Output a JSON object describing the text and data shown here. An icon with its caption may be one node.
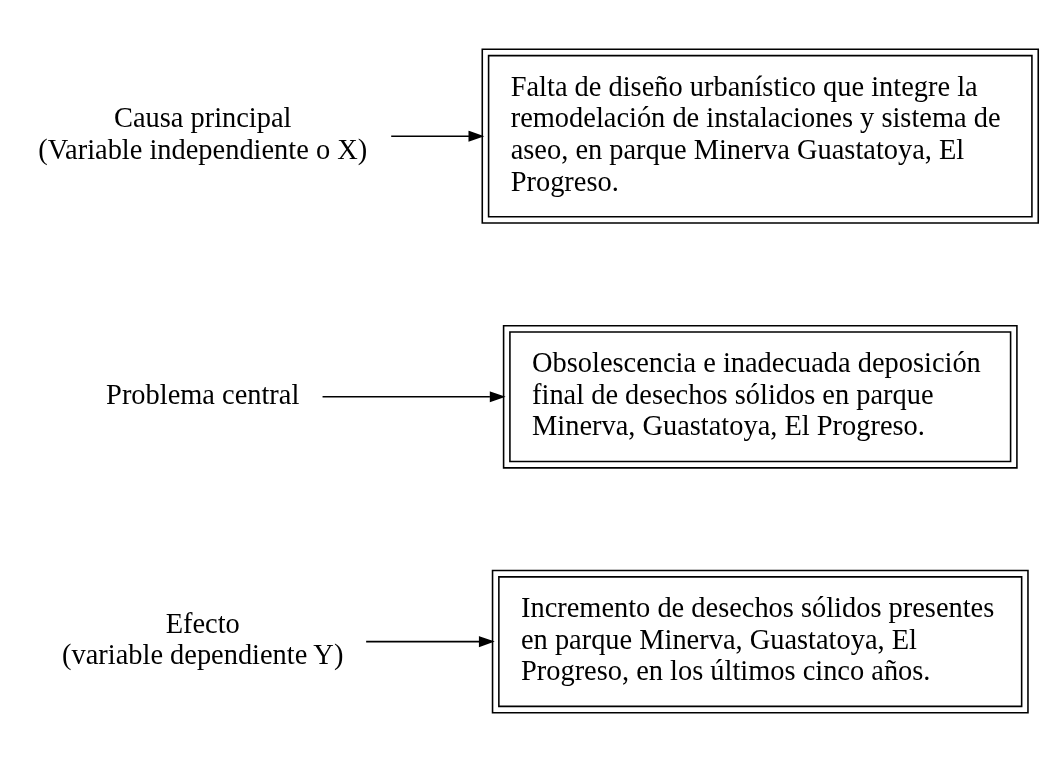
{
  "diagram": {
    "nodes": [
      {
        "text": [
          "Efecto",
          "(variable dependiente Y)"
        ]
      },
      {
        "text": [
          "Incremento de desechos sólidos presentes en parque Minerva, Guastatoya, El Progreso, en los últimos cinco años."
        ]
      },
      {
        "text": [
          "Problema central"
        ]
      },
      {
        "text": [
          "Obsolescencia e inadecuada deposición final de desechos sólidos en parque Minerva, Guastatoya, El Progreso."
        ]
      },
      {
        "text": [
          "Causa principal",
          "(Variable independiente o X)"
        ]
      },
      {
        "text": [
          "Falta de diseño urbanístico que integre la remodelación de instalaciones y sistema de aseo, en parque Minerva Guastatoya, El Progreso."
        ]
      }
    ],
    "edges": [
      {
        "from": 0,
        "to": 1,
        "arrow": "to"
      },
      {
        "from": 2,
        "to": 3,
        "arrow": "to"
      },
      {
        "from": 4,
        "to": 5,
        "arrow": "to"
      }
    ]
  }
}
